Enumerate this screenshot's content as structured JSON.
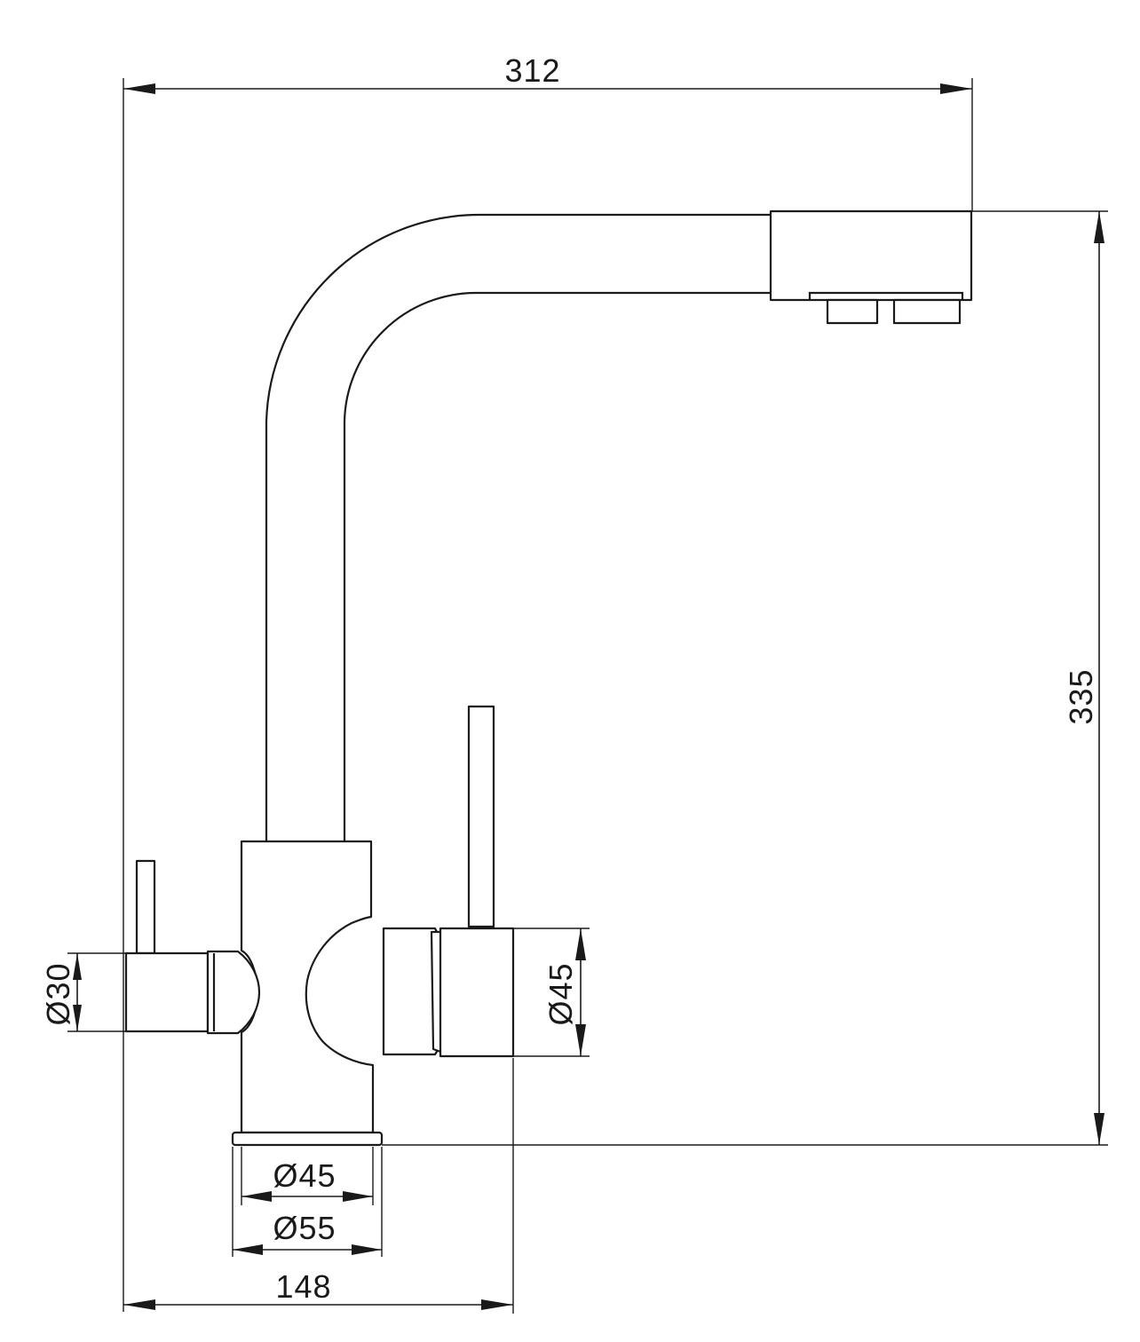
{
  "title": "",
  "colors": {
    "line": "#1a1a1a",
    "background": "#ffffff"
  },
  "dimensions": {
    "overall_width": "312",
    "overall_height": "335",
    "left_handle_diameter": "Ø30",
    "right_handle_diameter": "Ø45",
    "base_inner_diameter": "Ø45",
    "base_outer_diameter": "Ø55",
    "base_to_handle_width": "148"
  }
}
